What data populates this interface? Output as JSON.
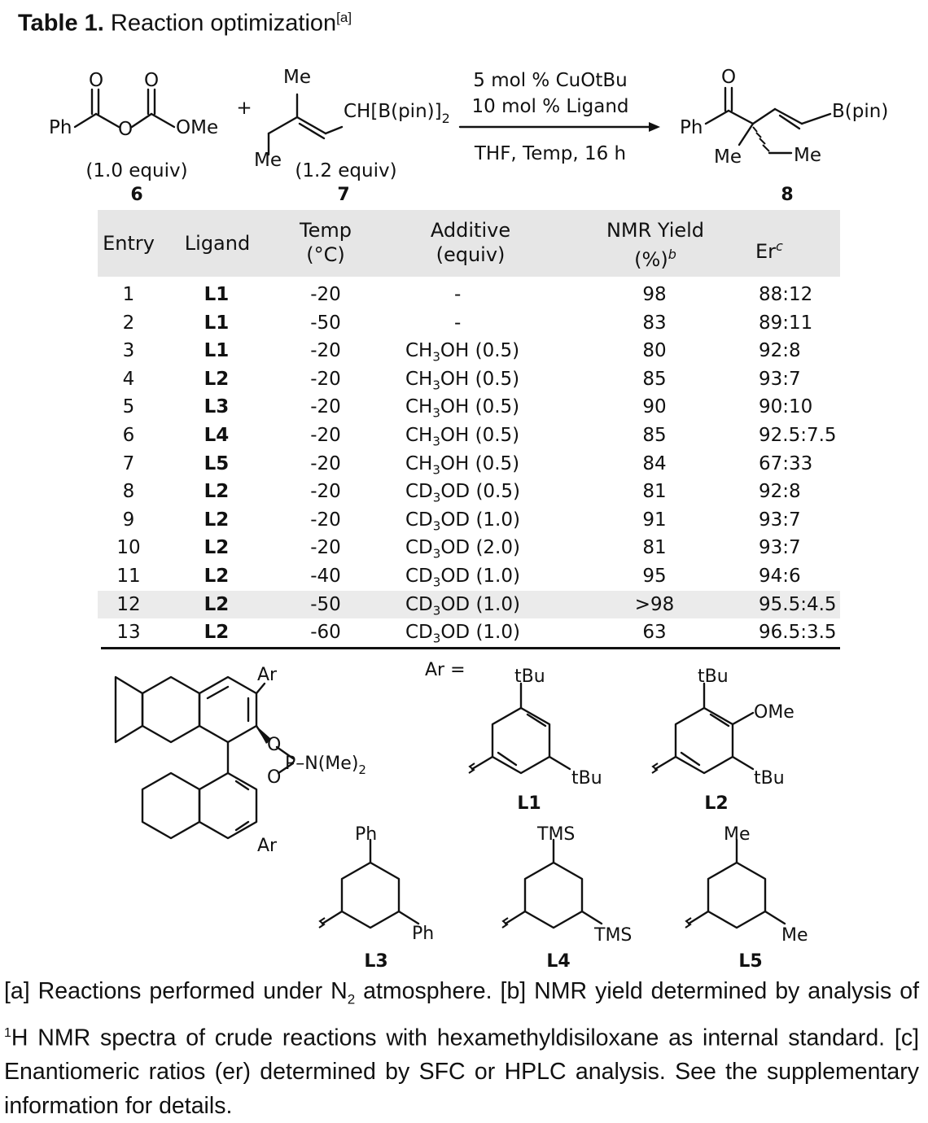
{
  "title": {
    "label": "Table 1.",
    "text": "Reaction optimization",
    "note": "[a]"
  },
  "scheme": {
    "reagent1_equiv": "(1.0 equiv)",
    "reagent1_number": "6",
    "reagent2_equiv": "(1.2 equiv)",
    "reagent2_number": "7",
    "product_number": "8",
    "condition1": "5 mol % CuOtBu",
    "condition2": "10 mol % Ligand",
    "condition3": "THF, Temp, 16 h",
    "labels": {
      "o": "O",
      "ph": "Ph",
      "ome": "OMe",
      "me": "Me",
      "plus": "+",
      "diboryl": "CH[B(pin)]",
      "sub2": "2",
      "bpin": "B(pin)"
    }
  },
  "table": {
    "headers": {
      "entry": "Entry",
      "ligand": "Ligand",
      "temp_1": "Temp",
      "temp_2": "(°C)",
      "additive_1": "Additive",
      "additive_2": "(equiv)",
      "yield_1": "NMR Yield",
      "yield_2": "(%)",
      "yield_note": "b",
      "er": "Er",
      "er_note": "c"
    },
    "rows": [
      {
        "entry": "1",
        "ligand": "L1",
        "temp": "-20",
        "add_pre": "-",
        "add_sub": "",
        "add_post": "",
        "yield": "98",
        "er": "88:12"
      },
      {
        "entry": "2",
        "ligand": "L1",
        "temp": "-50",
        "add_pre": "-",
        "add_sub": "",
        "add_post": "",
        "yield": "83",
        "er": "89:11"
      },
      {
        "entry": "3",
        "ligand": "L1",
        "temp": "-20",
        "add_pre": "CH",
        "add_sub": "3",
        "add_post": "OH (0.5)",
        "yield": "80",
        "er": "92:8"
      },
      {
        "entry": "4",
        "ligand": "L2",
        "temp": "-20",
        "add_pre": "CH",
        "add_sub": "3",
        "add_post": "OH (0.5)",
        "yield": "85",
        "er": "93:7"
      },
      {
        "entry": "5",
        "ligand": "L3",
        "temp": "-20",
        "add_pre": "CH",
        "add_sub": "3",
        "add_post": "OH (0.5)",
        "yield": "90",
        "er": "90:10"
      },
      {
        "entry": "6",
        "ligand": "L4",
        "temp": "-20",
        "add_pre": "CH",
        "add_sub": "3",
        "add_post": "OH (0.5)",
        "yield": "85",
        "er": "92.5:7.5"
      },
      {
        "entry": "7",
        "ligand": "L5",
        "temp": "-20",
        "add_pre": "CH",
        "add_sub": "3",
        "add_post": "OH (0.5)",
        "yield": "84",
        "er": "67:33"
      },
      {
        "entry": "8",
        "ligand": "L2",
        "temp": "-20",
        "add_pre": "CD",
        "add_sub": "3",
        "add_post": "OD (0.5)",
        "yield": "81",
        "er": "92:8"
      },
      {
        "entry": "9",
        "ligand": "L2",
        "temp": "-20",
        "add_pre": "CD",
        "add_sub": "3",
        "add_post": "OD (1.0)",
        "yield": "91",
        "er": "93:7"
      },
      {
        "entry": "10",
        "ligand": "L2",
        "temp": "-20",
        "add_pre": "CD",
        "add_sub": "3",
        "add_post": "OD (2.0)",
        "yield": "81",
        "er": "93:7"
      },
      {
        "entry": "11",
        "ligand": "L2",
        "temp": "-40",
        "add_pre": "CD",
        "add_sub": "3",
        "add_post": "OD (1.0)",
        "yield": "95",
        "er": "94:6"
      },
      {
        "entry": "12",
        "ligand": "L2",
        "temp": "-50",
        "add_pre": "CD",
        "add_sub": "3",
        "add_post": "OD (1.0)",
        "yield": ">98",
        "er": "95.5:4.5"
      },
      {
        "entry": "13",
        "ligand": "L2",
        "temp": "-60",
        "add_pre": "CD",
        "add_sub": "3",
        "add_post": "OD (1.0)",
        "yield": "63",
        "er": "96.5:3.5"
      }
    ]
  },
  "ligands": {
    "ar_eq": "Ar =",
    "ar": "Ar",
    "o": "O",
    "p_group": "P–N(Me)",
    "p_sub": "2",
    "tbu": "tBu",
    "ome": "OMe",
    "ph": "Ph",
    "tms": "TMS",
    "me": "Me",
    "l1": "L1",
    "l2": "L2",
    "l3": "L3",
    "l4": "L4",
    "l5": "L5"
  },
  "footnote": {
    "a_pre": "[a] Reactions performed under N",
    "a_sub": "2",
    "a_post": " atmosphere. [b] NMR yield determined by analysis of ",
    "b_sup": "1",
    "b_rest": "H NMR spectra of crude reactions with hexamethyldisiloxane as internal standard. [c] Enantiomeric ratios (er) determined by SFC or HPLC analysis. See the supplementary information for details."
  }
}
